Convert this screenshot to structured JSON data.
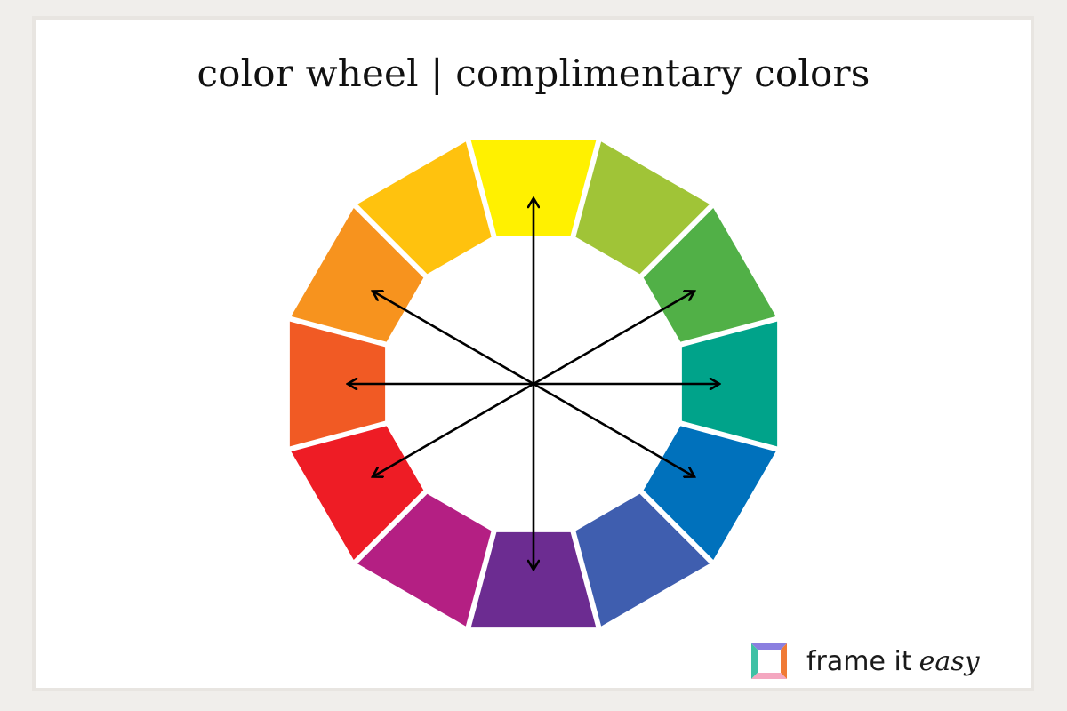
{
  "title": "color wheel | complimentary colors",
  "wheel": {
    "segments": [
      {
        "name": "yellow",
        "color": "#fff100"
      },
      {
        "name": "yellow-green",
        "color": "#a0c437"
      },
      {
        "name": "green",
        "color": "#51b047"
      },
      {
        "name": "blue-green",
        "color": "#00a38a"
      },
      {
        "name": "blue",
        "color": "#0071bc"
      },
      {
        "name": "blue-violet",
        "color": "#3f5eaf"
      },
      {
        "name": "violet",
        "color": "#6c2c91"
      },
      {
        "name": "red-violet",
        "color": "#b41f83"
      },
      {
        "name": "red",
        "color": "#ee1c25"
      },
      {
        "name": "red-orange",
        "color": "#f15a24"
      },
      {
        "name": "orange",
        "color": "#f7931e"
      },
      {
        "name": "yellow-orange",
        "color": "#ffc20e"
      }
    ],
    "complementary_pairs": [
      [
        "yellow",
        "violet"
      ],
      [
        "green",
        "red"
      ],
      [
        "blue-green",
        "red-orange"
      ],
      [
        "blue",
        "orange"
      ]
    ],
    "arrow_color": "#000000"
  },
  "logo": {
    "name": "frame it",
    "accent": "easy"
  }
}
